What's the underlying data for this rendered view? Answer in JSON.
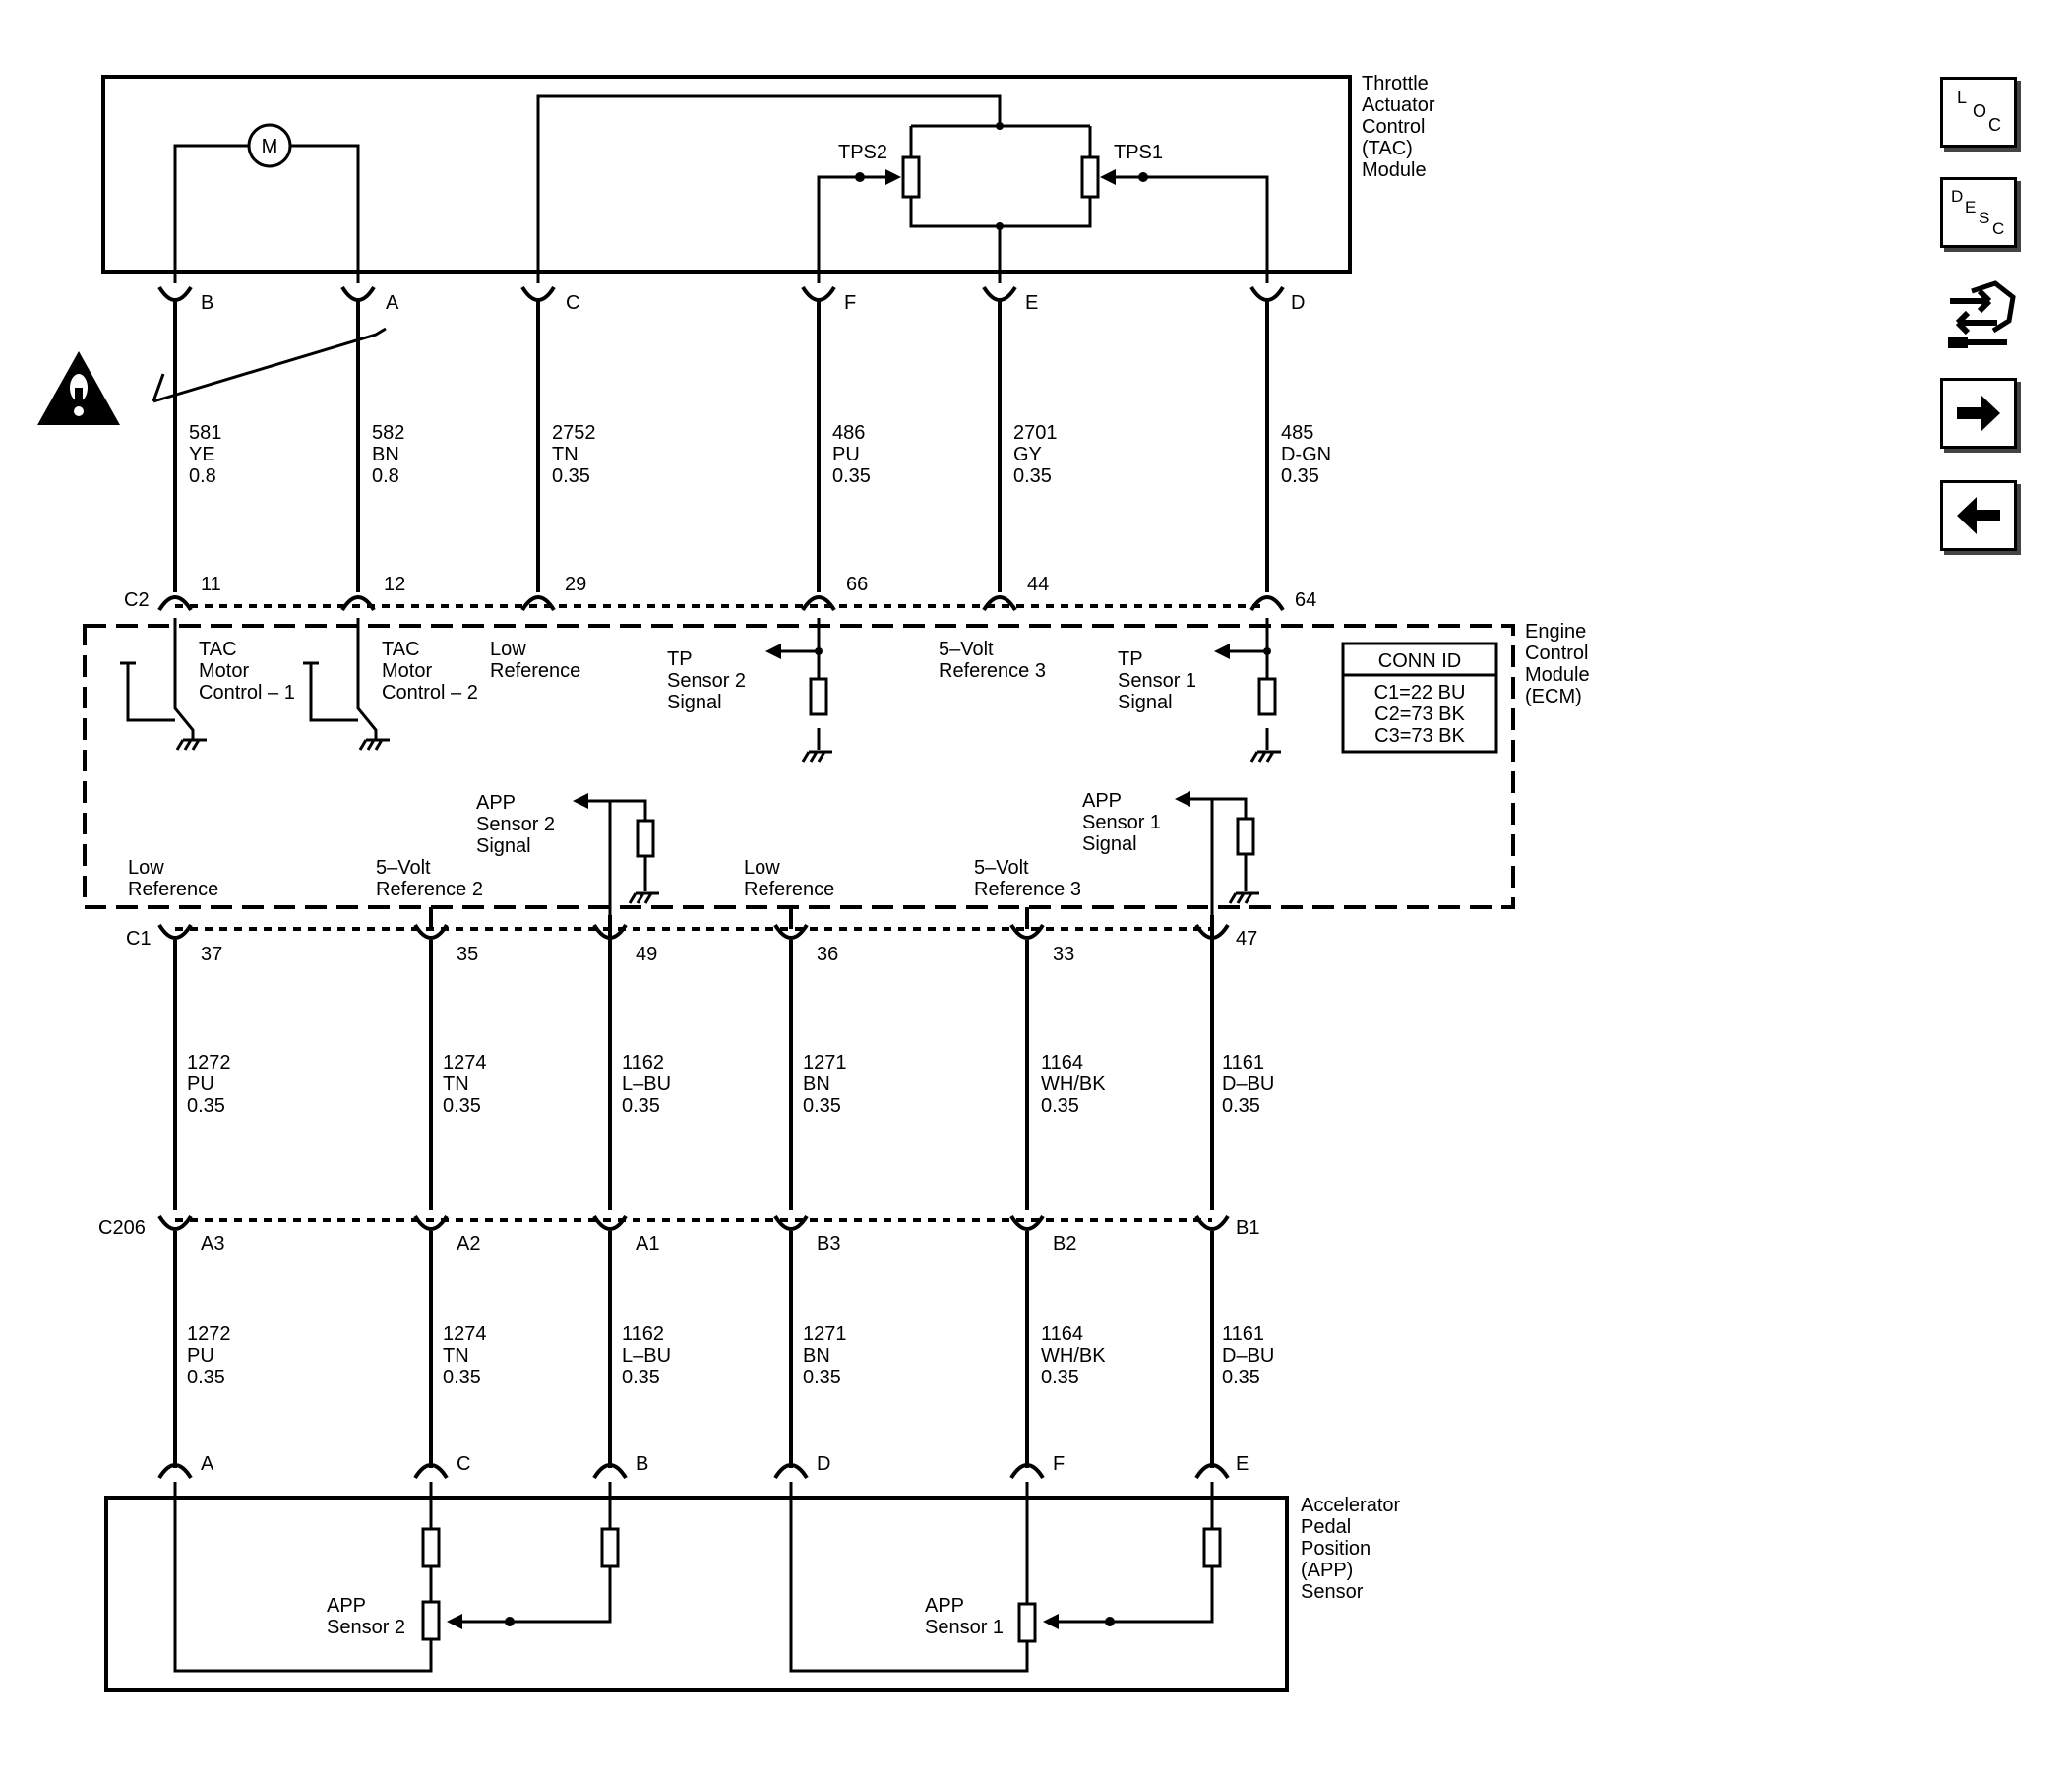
{
  "tac": {
    "title": [
      "Throttle",
      "Actuator",
      "Control",
      "(TAC)",
      "Module"
    ],
    "motor": "M",
    "tps2": "TPS2",
    "tps1": "TPS1",
    "pins": [
      "B",
      "A",
      "C",
      "F",
      "E",
      "D"
    ]
  },
  "upper_wires": [
    {
      "circuit": "581",
      "color": "YE",
      "gauge": "0.8"
    },
    {
      "circuit": "582",
      "color": "BN",
      "gauge": "0.8"
    },
    {
      "circuit": "2752",
      "color": "TN",
      "gauge": "0.35"
    },
    {
      "circuit": "486",
      "color": "PU",
      "gauge": "0.35"
    },
    {
      "circuit": "2701",
      "color": "GY",
      "gauge": "0.35"
    },
    {
      "circuit": "485",
      "color": "D-GN",
      "gauge": "0.35"
    }
  ],
  "c2": {
    "name": "C2",
    "pins": [
      "11",
      "12",
      "29",
      "66",
      "44",
      "64"
    ]
  },
  "ecm": {
    "title": [
      "Engine",
      "Control",
      "Module",
      "(ECM)"
    ],
    "conn_id_title": "CONN ID",
    "conn_id_rows": [
      "C1=22 BU",
      "C2=73 BK",
      "C3=73 BK"
    ],
    "labels": {
      "tac_motor_1": [
        "TAC",
        "Motor",
        "Control – 1"
      ],
      "tac_motor_2": [
        "TAC",
        "Motor",
        "Control – 2"
      ],
      "low_ref_top": [
        "Low",
        "Reference"
      ],
      "tp_sensor_2": [
        "TP",
        "Sensor 2",
        "Signal"
      ],
      "five_volt_ref3_top": [
        "5–Volt",
        "Reference 3"
      ],
      "tp_sensor_1": [
        "TP",
        "Sensor 1",
        "Signal"
      ],
      "app_sensor_2": [
        "APP",
        "Sensor 2",
        "Signal"
      ],
      "app_sensor_1": [
        "APP",
        "Sensor 1",
        "Signal"
      ],
      "low_ref_left": [
        "Low",
        "Reference"
      ],
      "five_volt_ref2": [
        "5–Volt",
        "Reference 2"
      ],
      "low_ref_mid": [
        "Low",
        "Reference"
      ],
      "five_volt_ref3_bottom": [
        "5–Volt",
        "Reference 3"
      ]
    }
  },
  "c1": {
    "name": "C1",
    "pins": [
      "37",
      "35",
      "49",
      "36",
      "33",
      "47"
    ]
  },
  "mid_wires": [
    {
      "circuit": "1272",
      "color": "PU",
      "gauge": "0.35"
    },
    {
      "circuit": "1274",
      "color": "TN",
      "gauge": "0.35"
    },
    {
      "circuit": "1162",
      "color": "L–BU",
      "gauge": "0.35"
    },
    {
      "circuit": "1271",
      "color": "BN",
      "gauge": "0.35"
    },
    {
      "circuit": "1164",
      "color": "WH/BK",
      "gauge": "0.35"
    },
    {
      "circuit": "1161",
      "color": "D–BU",
      "gauge": "0.35"
    }
  ],
  "c206": {
    "name": "C206",
    "pins": [
      "A3",
      "A2",
      "A1",
      "B3",
      "B2",
      "B1"
    ]
  },
  "lower_wires": [
    {
      "circuit": "1272",
      "color": "PU",
      "gauge": "0.35"
    },
    {
      "circuit": "1274",
      "color": "TN",
      "gauge": "0.35"
    },
    {
      "circuit": "1162",
      "color": "L–BU",
      "gauge": "0.35"
    },
    {
      "circuit": "1271",
      "color": "BN",
      "gauge": "0.35"
    },
    {
      "circuit": "1164",
      "color": "WH/BK",
      "gauge": "0.35"
    },
    {
      "circuit": "1161",
      "color": "D–BU",
      "gauge": "0.35"
    }
  ],
  "app": {
    "title": [
      "Accelerator",
      "Pedal",
      "Position",
      "(APP)",
      "Sensor"
    ],
    "pins": [
      "A",
      "C",
      "B",
      "D",
      "F",
      "E"
    ],
    "sensor2": [
      "APP",
      "Sensor 2"
    ],
    "sensor1": [
      "APP",
      "Sensor 1"
    ]
  },
  "nav": {
    "loc": {
      "icon": "loc-icon",
      "l1": "L",
      "l2": "O",
      "l3": "C"
    },
    "desc": {
      "icon": "desc-icon",
      "l1": "D",
      "l2": "E",
      "l3": "S",
      "l4": "C"
    },
    "connector_icon": "connector-exchange-icon",
    "next_icon": "arrow-right-icon",
    "prev_icon": "arrow-left-icon"
  },
  "warning_icon": "caution-triangle-icon"
}
